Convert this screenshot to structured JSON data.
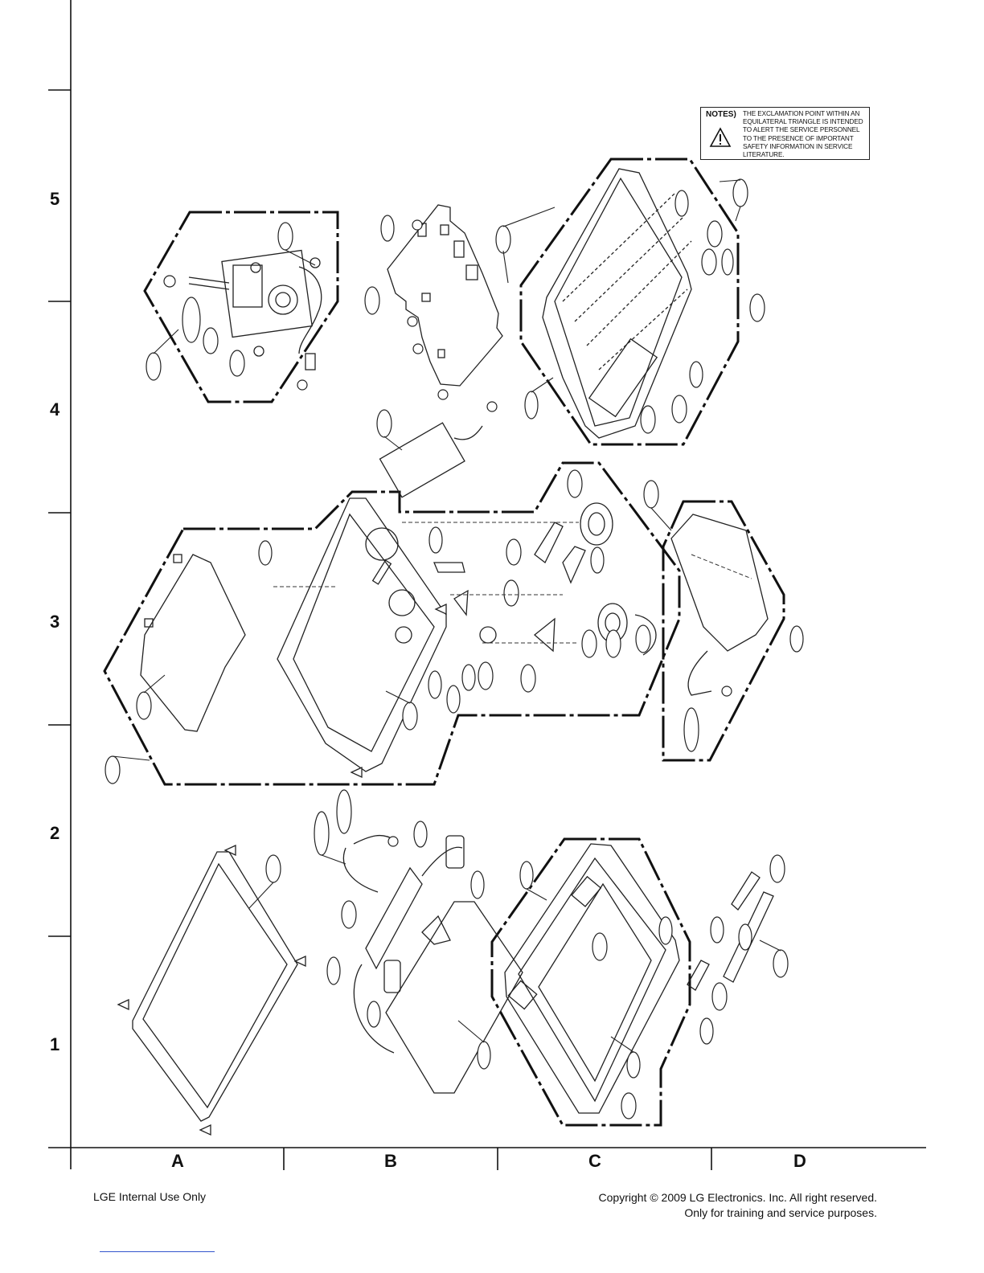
{
  "notes": {
    "heading": "NOTES)",
    "text": "THE EXCLAMATION POINT WITHIN AN EQUILATERAL TRIANGLE IS INTENDED TO ALERT THE SERVICE PERSONNEL TO THE PRESENCE OF IMPORTANT SAFETY INFORMATION IN SERVICE LITERATURE.",
    "icon": "warning-triangle-icon"
  },
  "grid": {
    "rows": [
      "5",
      "4",
      "3",
      "2",
      "1"
    ],
    "columns": [
      "A",
      "B",
      "C",
      "D"
    ]
  },
  "footer": {
    "left": "LGE Internal Use Only",
    "right_line1": "Copyright © 2009 LG Electronics. Inc. All right reserved.",
    "right_line2": "Only for training and service purposes."
  }
}
